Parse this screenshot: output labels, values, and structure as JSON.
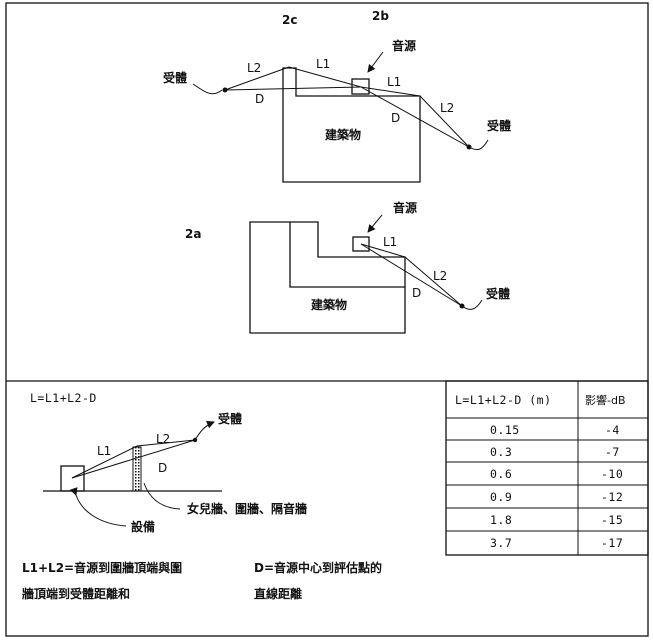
{
  "top_diagram": {
    "labels_2bc": {
      "label_2c": "2c",
      "label_2b": "2b",
      "source": "音源",
      "receiver_left": "受體",
      "receiver_right": "受體",
      "building": "建築物",
      "L2_left": "L2",
      "L1_left": "L1",
      "L1_right": "L1",
      "L2_right": "L2",
      "D_left": "D",
      "D_right": "D"
    },
    "labels_2a": {
      "label_2a": "2a",
      "source": "音源",
      "receiver": "受體",
      "building": "建築物",
      "L1": "L1",
      "L2": "L2",
      "D": "D"
    }
  },
  "bottom_left": {
    "formula": "L=L1+L2-D",
    "receiver": "受體",
    "L1": "L1",
    "L2": "L2",
    "D": "D",
    "barrier_label": "女兒牆、圍牆、隔音牆",
    "equipment_label": "設備",
    "note_left_line1": "L1+L2=音源到圍牆頂端與圍",
    "note_left_line2": "牆頂端到受體距離和",
    "note_right_line1": "D=音源中心到評估點的",
    "note_right_line2": "直線距離"
  },
  "table": {
    "header_col1": "L=L1+L2-D (m)",
    "header_col2": "影響-dB",
    "rows": [
      {
        "l": "0.15",
        "db": "-4"
      },
      {
        "l": "0.3",
        "db": "-7"
      },
      {
        "l": "0.6",
        "db": "-10"
      },
      {
        "l": "0.9",
        "db": "-12"
      },
      {
        "l": "1.8",
        "db": "-15"
      },
      {
        "l": "3.7",
        "db": "-17"
      }
    ]
  }
}
